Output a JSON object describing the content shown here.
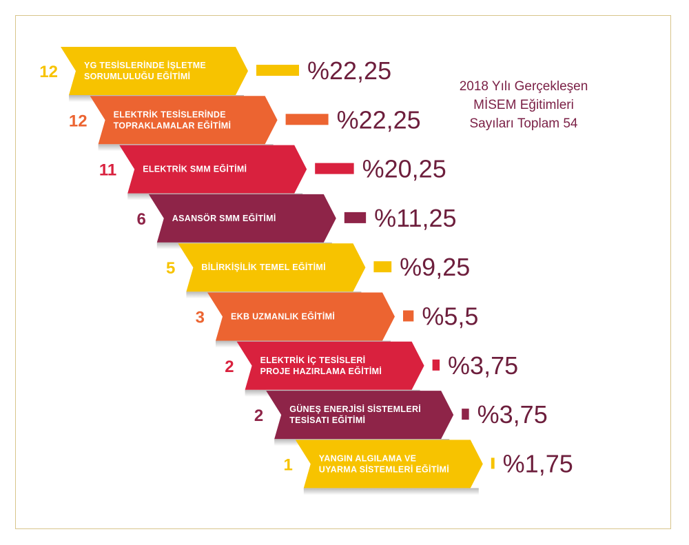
{
  "title_lines": [
    "2018 Yılı Gerçekleşen",
    "MİSEM Eğitimleri",
    "Sayıları Toplam 54"
  ],
  "colors": {
    "yellow": "#f7c300",
    "orange": "#ec6431",
    "red": "#d9213e",
    "plum": "#8e2448",
    "label_text": "#ffffff",
    "percent_text": "#6d1e3c"
  },
  "chart_data": {
    "type": "bar",
    "title": "2018 Yılı Gerçekleşen MİSEM Eğitimleri Sayıları Toplam 54",
    "categories": [
      "YG TESİSLERİNDE İŞLETME SORUMLULUĞU EĞİTİMİ",
      "ELEKTRİK TESİSLERİNDE TOPRAKLAMALAR EĞİTİMİ",
      "ELEKTRİK SMM EĞİTİMİ",
      "ASANSÖR SMM EĞİTİMİ",
      "BİLİRKİŞİLİK TEMEL EĞİTİMİ",
      "EKB UZMANLIK EĞİTİMİ",
      "ELEKTRİK İÇ TESİSLERİ PROJE HAZIRLAMA EĞİTİMİ",
      "GÜNEŞ ENERJİSİ SİSTEMLERİ TESİSATI EĞİTİMİ",
      "YANGIN ALGILAMA VE UYARMA SİSTEMLERİ EĞİTİMİ"
    ],
    "series": [
      {
        "values": [
          12,
          12,
          11,
          6,
          5,
          3,
          2,
          2,
          1
        ]
      },
      {
        "values": [
          22.25,
          22.25,
          20.25,
          11.25,
          9.25,
          5.5,
          3.75,
          3.75,
          1.75
        ]
      }
    ],
    "items": [
      {
        "count": "12",
        "label_lines": [
          "YG TESİSLERİNDE İŞLETME",
          "SORUMLULUĞU EĞİTİMİ"
        ],
        "percent": 22.25,
        "percent_label": "%22,25",
        "color": "#f7c300"
      },
      {
        "count": "12",
        "label_lines": [
          "ELEKTRİK TESİSLERİNDE",
          "TOPRAKLAMALAR EĞİTİMİ"
        ],
        "percent": 22.25,
        "percent_label": "%22,25",
        "color": "#ec6431"
      },
      {
        "count": "11",
        "label_lines": [
          "ELEKTRİK SMM EĞİTİMİ"
        ],
        "percent": 20.25,
        "percent_label": "%20,25",
        "color": "#d9213e"
      },
      {
        "count": "6",
        "label_lines": [
          "ASANSÖR SMM EĞİTİMİ"
        ],
        "percent": 11.25,
        "percent_label": "%11,25",
        "color": "#8e2448"
      },
      {
        "count": "5",
        "label_lines": [
          "BİLİRKİŞİLİK TEMEL EĞİTİMİ"
        ],
        "percent": 9.25,
        "percent_label": "%9,25",
        "color": "#f7c300"
      },
      {
        "count": "3",
        "label_lines": [
          "EKB UZMANLIK EĞİTİMİ"
        ],
        "percent": 5.5,
        "percent_label": "%5,5",
        "color": "#ec6431"
      },
      {
        "count": "2",
        "label_lines": [
          "ELEKTRİK İÇ TESİSLERİ",
          "PROJE HAZIRLAMA EĞİTİMİ"
        ],
        "percent": 3.75,
        "percent_label": "%3,75",
        "color": "#d9213e"
      },
      {
        "count": "2",
        "label_lines": [
          "GÜNEŞ ENERJİSİ SİSTEMLERİ",
          "TESİSATI EĞİTİMİ"
        ],
        "percent": 3.75,
        "percent_label": "%3,75",
        "color": "#8e2448"
      },
      {
        "count": "1",
        "label_lines": [
          "YANGIN ALGILAMA VE",
          "UYARMA SİSTEMLERİ EĞİTİMİ"
        ],
        "percent": 1.75,
        "percent_label": "%1,75",
        "color": "#f7c300"
      }
    ]
  }
}
